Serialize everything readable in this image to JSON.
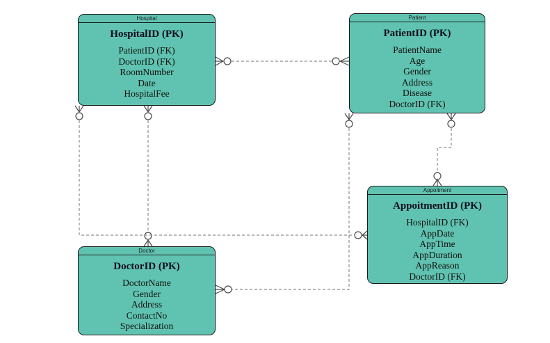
{
  "diagram": {
    "type": "entity-relationship-diagram",
    "colors": {
      "background": "#ffffff",
      "entity_fill": "#60c3b1",
      "entity_border": "#1b1b1b",
      "connector_line": "#8c8c8c",
      "cardinality_symbol": "#4a4a4a"
    },
    "entities": [
      {
        "id": "hospital",
        "title": "Hospital",
        "primary_key": "HospitalID (PK)",
        "attributes": [
          "PatientID (FK)",
          "DoctorID (FK)",
          "RoomNumber",
          "Date",
          "HospitalFee"
        ]
      },
      {
        "id": "patient",
        "title": "Patient",
        "primary_key": "PatientID (PK)",
        "attributes": [
          "PatientName",
          "Age",
          "Gender",
          "Address",
          "Disease",
          "DoctorID (FK)"
        ]
      },
      {
        "id": "appointment",
        "title": "Appoitment",
        "primary_key": "AppoitmentID (PK)",
        "attributes": [
          "HospitalID (FK)",
          "AppDate",
          "AppTime",
          "AppDuration",
          "AppReason",
          "DoctorID (FK)"
        ]
      },
      {
        "id": "doctor",
        "title": "Doctor",
        "primary_key": "DoctorID (PK)",
        "attributes": [
          "DoctorName",
          "Gender",
          "Address",
          "ContactNo",
          "Specialization"
        ]
      }
    ],
    "relationships": [
      {
        "from": "Hospital",
        "to": "Patient",
        "from_cardinality": "zero-or-many",
        "to_cardinality": "zero-or-many",
        "line_style": "dashed"
      },
      {
        "from": "Hospital",
        "to": "Doctor",
        "from_cardinality": "zero-or-many",
        "to_cardinality": "zero-or-many",
        "line_style": "dashed"
      },
      {
        "from": "Hospital",
        "to": "Appoitment",
        "from_cardinality": "zero-or-many",
        "to_cardinality": "zero-or-many",
        "line_style": "dashed"
      },
      {
        "from": "Patient",
        "to": "Doctor",
        "from_cardinality": "zero-or-many",
        "to_cardinality": "zero-or-many",
        "line_style": "dashed"
      },
      {
        "from": "Patient",
        "to": "Appoitment",
        "from_cardinality": "zero-or-many",
        "to_cardinality": "zero-or-many",
        "line_style": "dashed"
      }
    ]
  }
}
